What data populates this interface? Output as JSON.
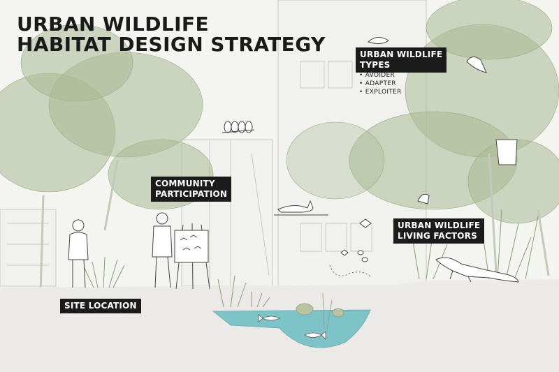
{
  "title": {
    "line1": "URBAN WILDLIFE",
    "line2": "HABITAT DESIGN STRATEGY"
  },
  "labels": {
    "wildlife_types": {
      "line1": "URBAN WILDLIFE",
      "line2": "TYPES"
    },
    "community": {
      "line1": "COMMUNITY",
      "line2": "PARTICIPATION"
    },
    "living_factors": {
      "line1": "URBAN WILDLIFE",
      "line2": "LIVING FACTORS"
    },
    "site": "SITE LOCATION"
  },
  "wildlife_types_list": [
    "AVOIDER",
    "ADAPTER",
    "EXPLOITER"
  ],
  "colors": {
    "background": "#f4f4f1",
    "foliage": "#a9b994",
    "foliage_dark": "#8fa37a",
    "water": "#7ec3c7",
    "ground": "#ecebe8",
    "label_bg": "#1b1b1b",
    "label_text": "#ffffff"
  },
  "icons": [
    "tree-canopy-icon",
    "building-icon",
    "person-icon",
    "easel-board-icon",
    "bird-icon",
    "sparrows-on-branch-icon",
    "cat-icon",
    "squirrel-icon",
    "butterfly-icon",
    "bee-icon",
    "lizard-icon",
    "fish-icon",
    "lily-pad-icon",
    "reed-grass-icon",
    "beehive-icon"
  ]
}
